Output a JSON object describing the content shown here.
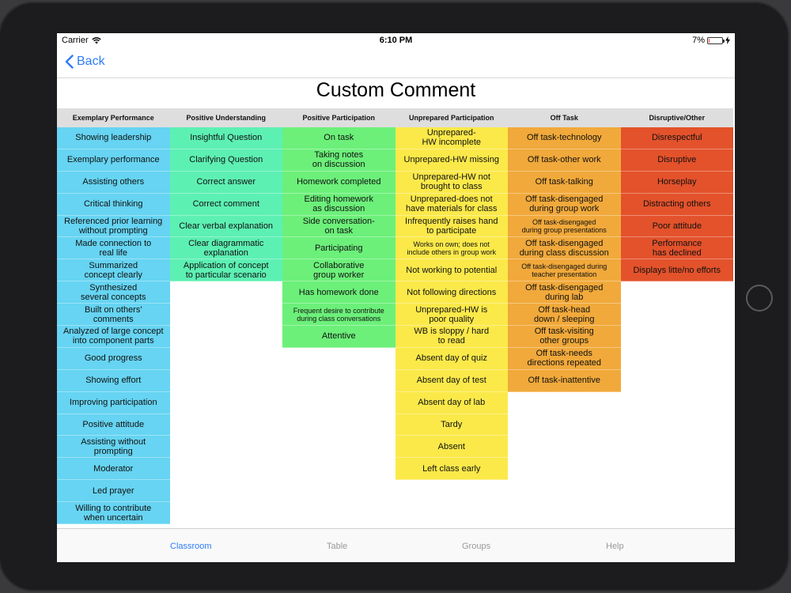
{
  "status_bar": {
    "carrier": "Carrier",
    "time": "6:10 PM",
    "battery": "7%",
    "battery_level": 0.07
  },
  "nav": {
    "back_label": "Back"
  },
  "title": "Custom Comment",
  "columns": [
    {
      "header": "Exemplary Performance",
      "color": "#66d4f2",
      "items": [
        "Showing leadership",
        "Exemplary performance",
        "Assisting others",
        "Critical thinking",
        "Referenced prior learning\nwithout prompting",
        "Made connection to\nreal life",
        "Summarized\nconcept clearly",
        "Synthesized\nseveral concepts",
        "Built on others'\ncomments",
        "Analyzed of large concept\ninto component parts",
        "Good progress",
        "Showing effort",
        "Improving participation",
        "Positive attitude",
        "Assisting without\nprompting",
        "Moderator",
        "Led prayer",
        "Willing to contribute\nwhen uncertain"
      ]
    },
    {
      "header": "Positive Understanding",
      "color": "#5df0b3",
      "items": [
        "Insightful Question",
        "Clarifying Question",
        "Correct answer",
        "Correct comment",
        "Clear verbal explanation",
        "Clear diagrammatic\nexplanation",
        "Application of concept\nto particular scenario"
      ]
    },
    {
      "header": "Positive Participation",
      "color": "#6cf07a",
      "items": [
        "On task",
        "Taking notes\non discussion",
        "Homework completed",
        "Editing homework\nas discussion",
        "Side conversation-\non task",
        "Participating",
        "Collaborative\ngroup worker",
        "Has homework done",
        "Frequent desire to contribute\nduring class conversations",
        "Attentive"
      ]
    },
    {
      "header": "Unprepared Participation",
      "color": "#fbe94a",
      "items": [
        "Unprepared-\nHW incomplete",
        "Unprepared-HW missing",
        "Unprepared-HW not\nbrought to class",
        "Unprepared-does not\nhave materials for class",
        "Infrequently raises hand\nto participate",
        "Works on own; does not\ninclude others in group work",
        "Not working to potential",
        "Not following directions",
        "Unprepared-HW is\npoor quality",
        "WB is sloppy / hard\nto read",
        "Absent day of quiz",
        "Absent day of test",
        "Absent day of lab",
        "Tardy",
        "Absent",
        "Left class early"
      ]
    },
    {
      "header": "Off Task",
      "color": "#f1a93b",
      "items": [
        "Off task-technology",
        "Off task-other work",
        "Off task-talking",
        "Off task-disengaged\nduring group work",
        "Off task-disengaged\nduring group presentations",
        "Off task-disengaged\nduring class discussion",
        "Off task-disengaged during\nteacher presentation",
        "Off task-disengaged\nduring lab",
        "Off task-head\ndown / sleeping",
        "Off task-visiting\nother groups",
        "Off task-needs\ndirections repeated",
        "Off task-inattentive"
      ]
    },
    {
      "header": "Disruptive/Other",
      "color": "#e3522b",
      "items": [
        "Disrespectful",
        "Disruptive",
        "Horseplay",
        "Distracting others",
        "Poor attitude",
        "Performance\nhas declined",
        "Displays litte/no efforts"
      ]
    }
  ],
  "tabs": [
    {
      "label": "Classroom",
      "active": true
    },
    {
      "label": "Table",
      "active": false
    },
    {
      "label": "Groups",
      "active": false
    },
    {
      "label": "Help",
      "active": false
    }
  ],
  "small_text_items": [
    "Works on own; does not\ninclude others in group work",
    "Frequent desire to contribute\nduring class conversations",
    "Off task-disengaged\nduring group presentations",
    "Off task-disengaged during\nteacher presentation"
  ]
}
